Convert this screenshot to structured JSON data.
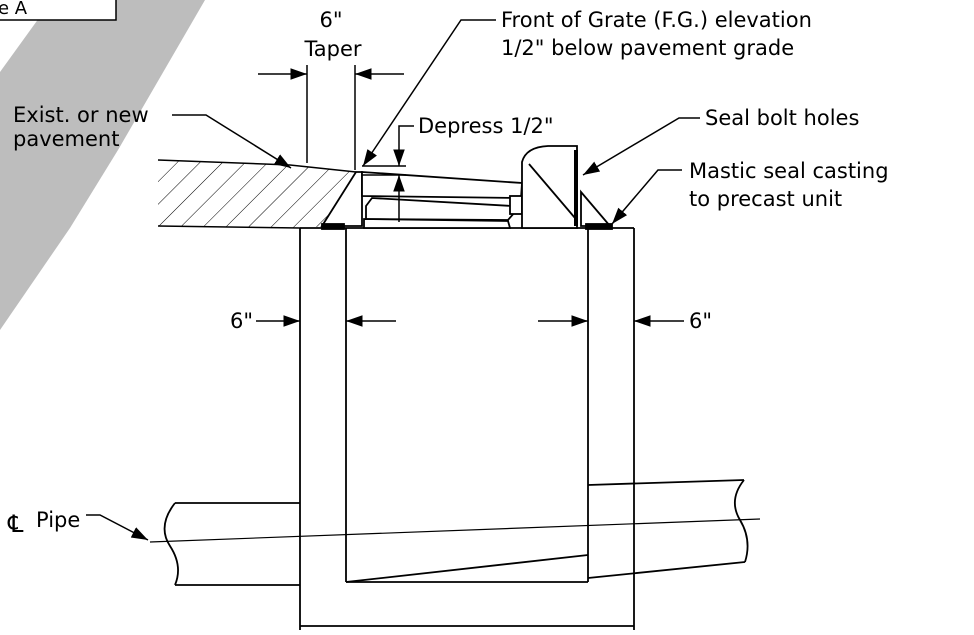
{
  "colors": {
    "ink": "#000000",
    "paper": "#ffffff",
    "stripe": "#bdbdbd"
  },
  "labels": {
    "view_tag": "e A",
    "taper_dim": "6\"",
    "taper": "Taper",
    "front_of_grate_line1": "Front of Grate (F.G.) elevation",
    "front_of_grate_line2": "1/2\" below pavement grade",
    "pavement_line1": "Exist. or new",
    "pavement_line2": "pavement",
    "depress": "Depress 1/2\"",
    "seal_bolt_holes": "Seal bolt holes",
    "mastic_line1": "Mastic seal casting",
    "mastic_line2": "to precast unit",
    "wall_left": "6\"",
    "wall_right": "6\"",
    "pipe_cl": "Pipe",
    "pipe_cl_symbol": "℄"
  }
}
